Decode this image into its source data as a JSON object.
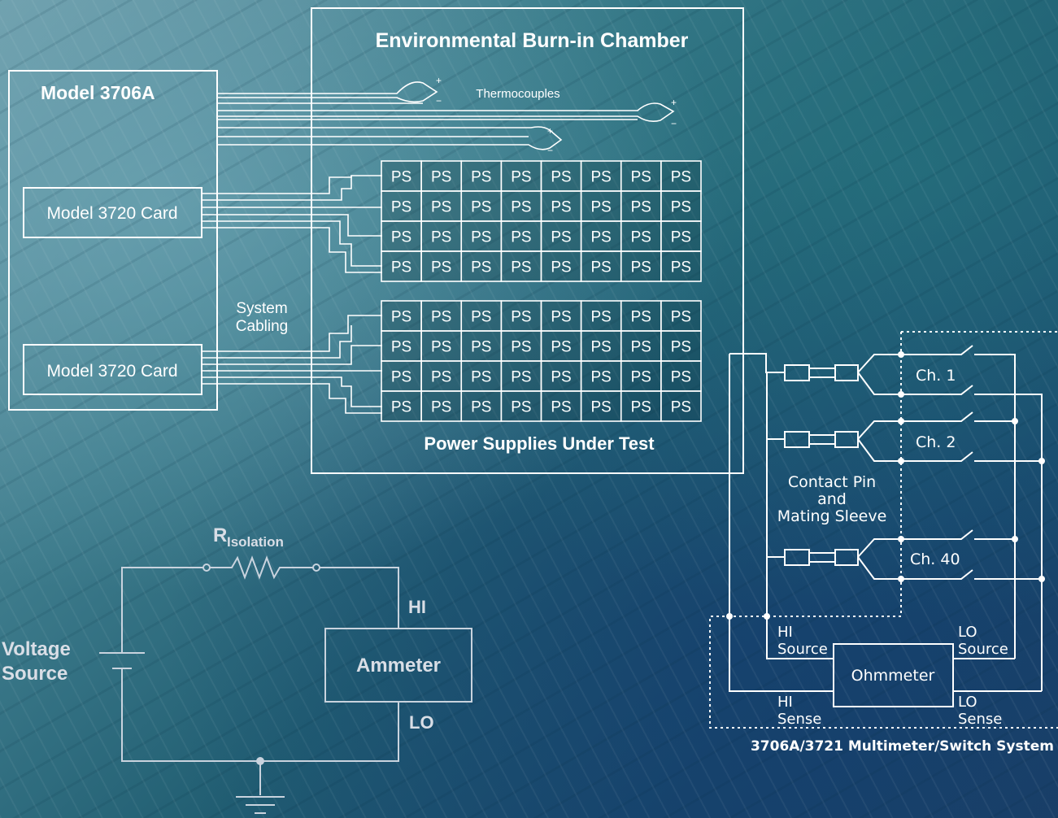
{
  "chamber": {
    "title": "Environmental Burn-in Chamber",
    "thermocouples_label": "Thermocouples",
    "plus": "+",
    "minus": "−",
    "ps_label": "PS",
    "power_supplies_label": "Power Supplies Under Test"
  },
  "system": {
    "model_label": "Model 3706A",
    "card1_label": "Model 3720 Card",
    "card2_label": "Model 3720 Card",
    "cabling_line1": "System",
    "cabling_line2": "Cabling"
  },
  "isolation": {
    "r_main": "R",
    "r_sub": "Isolation",
    "hi": "HI",
    "lo": "LO",
    "ammeter": "Ammeter",
    "voltage_line1": "Voltage",
    "voltage_line2": "Source"
  },
  "contact": {
    "ch1": "Ch. 1",
    "ch2": "Ch. 2",
    "ch40": "Ch. 40",
    "pin_line1": "Contact Pin",
    "pin_line2": "and",
    "pin_line3": "Mating Sleeve",
    "hi_source_1": "HI",
    "hi_source_2": "Source",
    "lo_source_1": "LO",
    "lo_source_2": "Source",
    "hi_sense_1": "HI",
    "hi_sense_2": "Sense",
    "lo_sense_1": "LO",
    "lo_sense_2": "Sense",
    "ohmmeter": "Ohmmeter",
    "system_caption": "3706A/3721 Multimeter/Switch System"
  }
}
